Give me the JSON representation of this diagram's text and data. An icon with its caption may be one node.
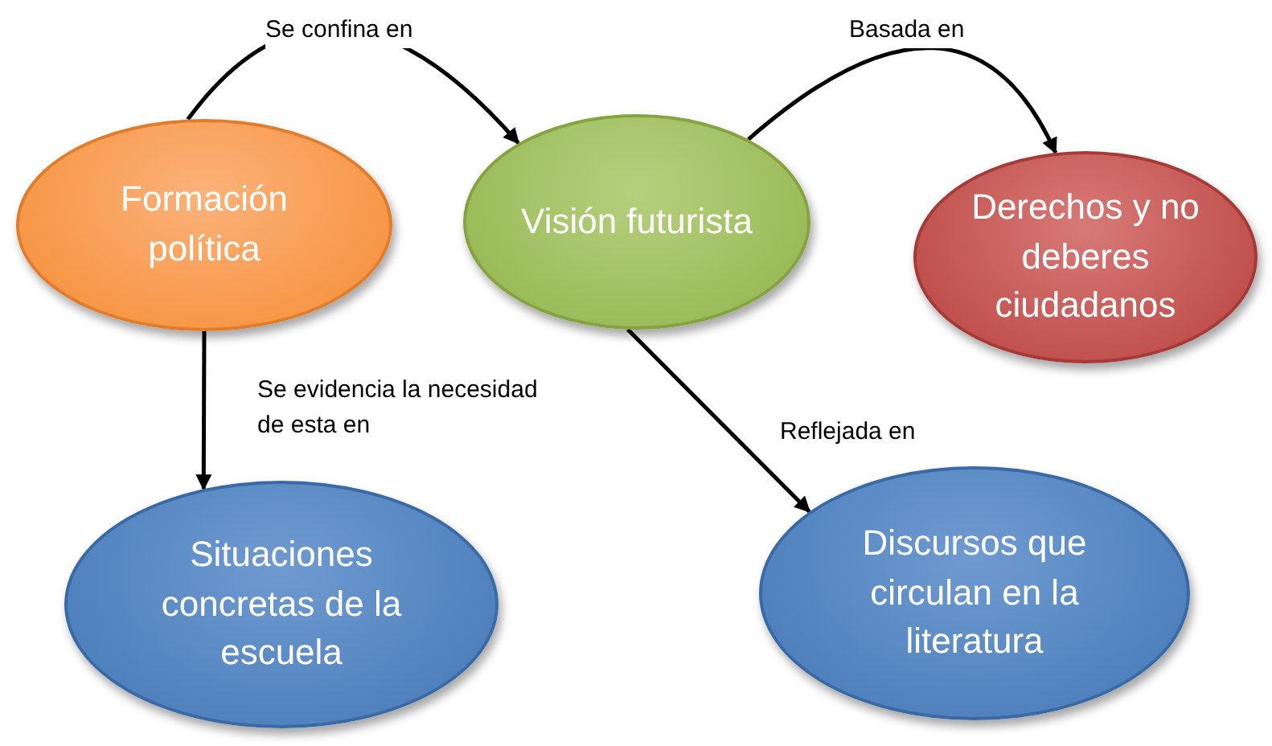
{
  "diagram": {
    "nodes": [
      {
        "text": [
          "Formación política"
        ]
      },
      {
        "text": [
          "Visión futurista"
        ]
      },
      {
        "text": [
          "Derechos y no deberes ciudadanos"
        ]
      },
      {
        "text": [
          "Situaciones concretas de la escuela"
        ]
      },
      {
        "text": [
          "Discursos que circulan en la literatura"
        ]
      }
    ],
    "edges": [
      {
        "from": 0,
        "to": 1,
        "arrow": "to",
        "label": "Se confina en"
      },
      {
        "from": 1,
        "to": 2,
        "arrow": "to",
        "label": "Basada en"
      },
      {
        "from": 0,
        "to": 3,
        "arrow": "to",
        "label": "Se evidencia la necesidad de esta en"
      },
      {
        "from": 1,
        "to": 4,
        "arrow": "to",
        "label": "Reflejada en"
      }
    ]
  }
}
